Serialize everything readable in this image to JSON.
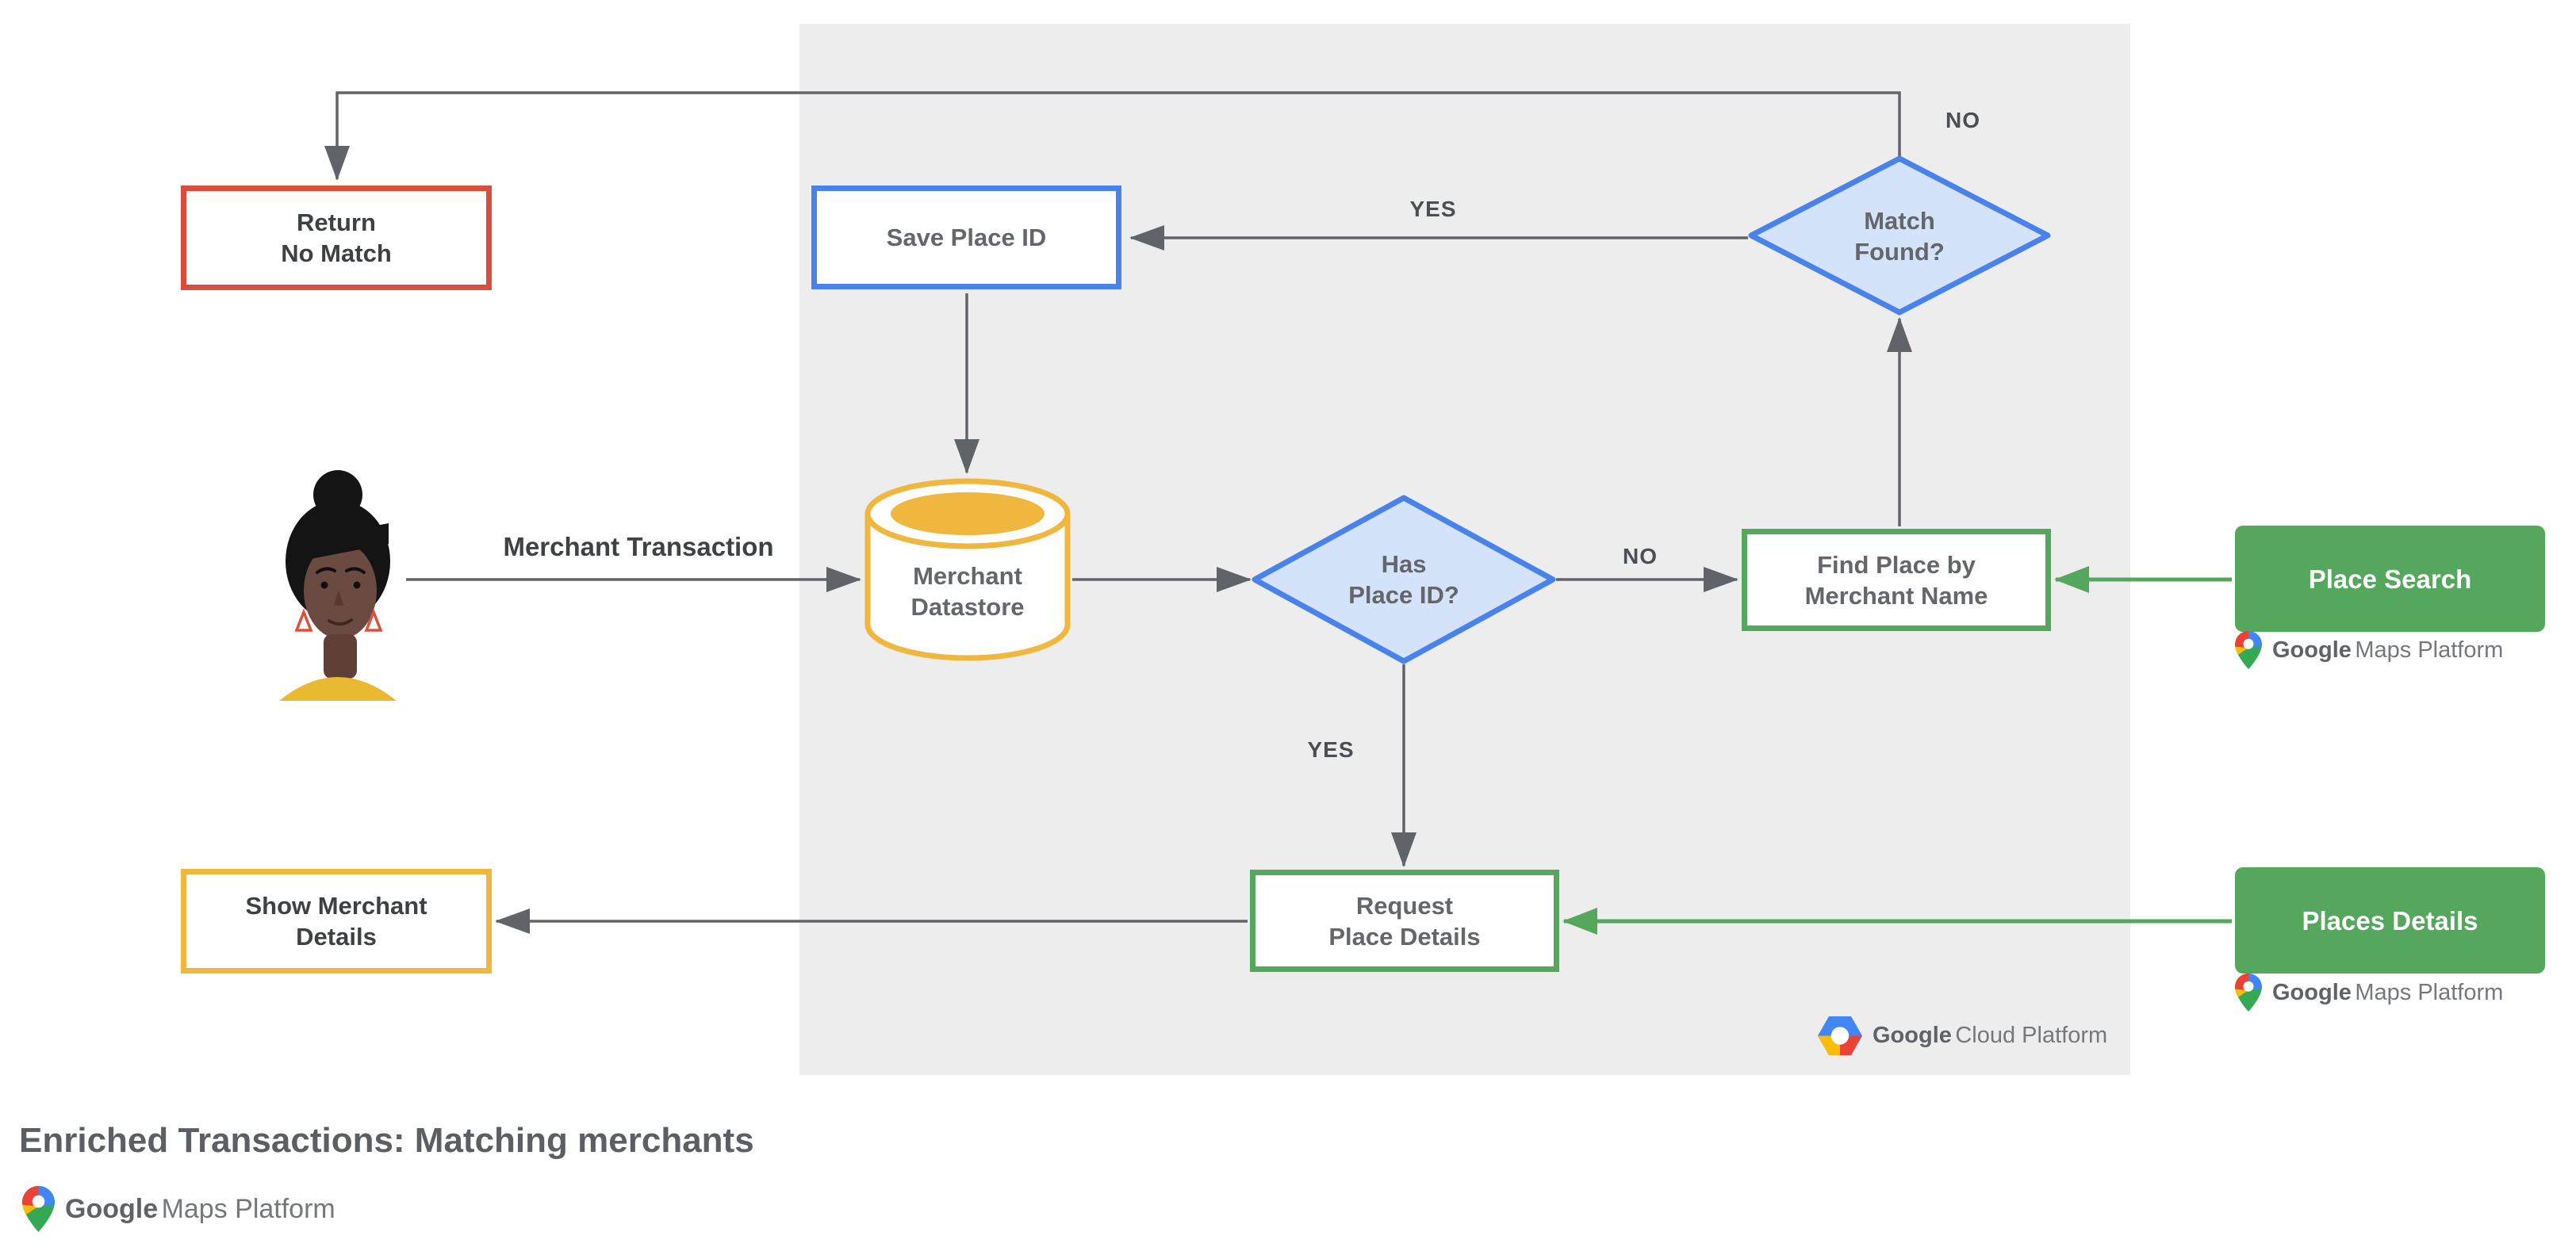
{
  "title": "Enriched Transactions: Matching merchants",
  "nodes": {
    "return_no_match": "Return\nNo Match",
    "save_place_id": "Save Place ID",
    "match_found": "Match\nFound?",
    "merchant_datastore": "Merchant\nDatastore",
    "has_place_id": "Has\nPlace ID?",
    "find_place_by_merchant_name": "Find Place by\nMerchant Name",
    "request_place_details": "Request\nPlace Details",
    "show_merchant_details": "Show Merchant\nDetails",
    "place_search": "Place Search",
    "places_details": "Places Details"
  },
  "edge_labels": {
    "match_found_no": "NO",
    "match_found_yes": "YES",
    "has_place_id_no": "NO",
    "has_place_id_yes": "YES"
  },
  "flow_label": "Merchant Transaction",
  "branding": {
    "google": "Google",
    "maps_platform": "Maps Platform",
    "cloud_platform": "Cloud Platform"
  },
  "colors": {
    "red": "#DB4C3C",
    "blue": "#4A82EC",
    "blue_fill": "#D4E2FA",
    "yellow": "#F0B73E",
    "green": "#55A75E",
    "gray_line": "#606368",
    "panel_background": "#EDEDED"
  }
}
